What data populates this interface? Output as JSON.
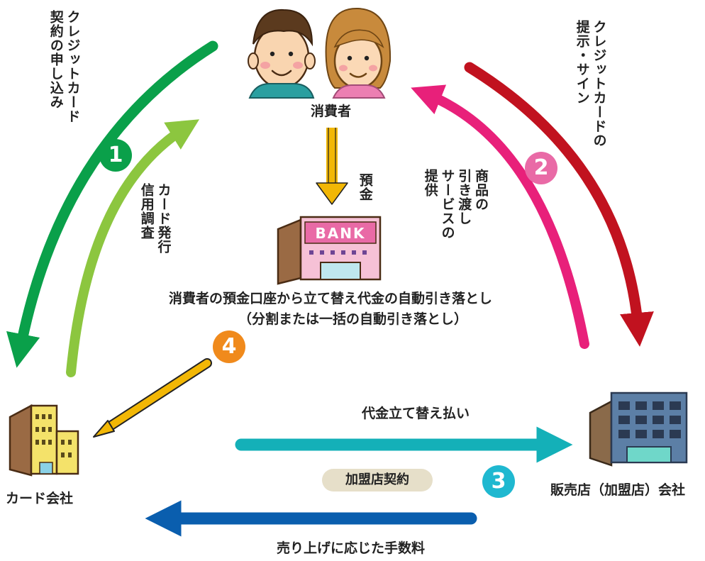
{
  "nodes": {
    "consumer": "消費者",
    "card_company": "カード会社",
    "merchant": "販売店（加盟店）会社",
    "bank_sign": "BANK"
  },
  "flows": {
    "apply": [
      "クレジットカード",
      "契約の申し込み"
    ],
    "issue": [
      "カード発行",
      "信用調査"
    ],
    "present": [
      "クレジットカードの",
      "提示・サイン"
    ],
    "goods": [
      "商品の",
      "引き渡し",
      "サービスの",
      "提供"
    ],
    "deposit": "預金",
    "auto_debit_line1": "消費者の預金口座から立て替え代金の自動引き落とし",
    "auto_debit_line2": "（分割または一括の自動引き落とし）",
    "advance_payment": "代金立て替え払い",
    "merchant_contract": "加盟店契約",
    "fee": "売り上げに応じた手数料"
  },
  "steps": [
    "1",
    "2",
    "3",
    "4"
  ],
  "colors": {
    "green_dark": "#0aa04a",
    "green_light": "#8cc63f",
    "red": "#c1121f",
    "pink": "#e8207a",
    "teal": "#14b0b8",
    "blue": "#0a5eae",
    "gold": "#f2b705",
    "orange": "#f08a1c",
    "pink_badge": "#e96aa6",
    "cyan_badge": "#1fb8d0"
  }
}
